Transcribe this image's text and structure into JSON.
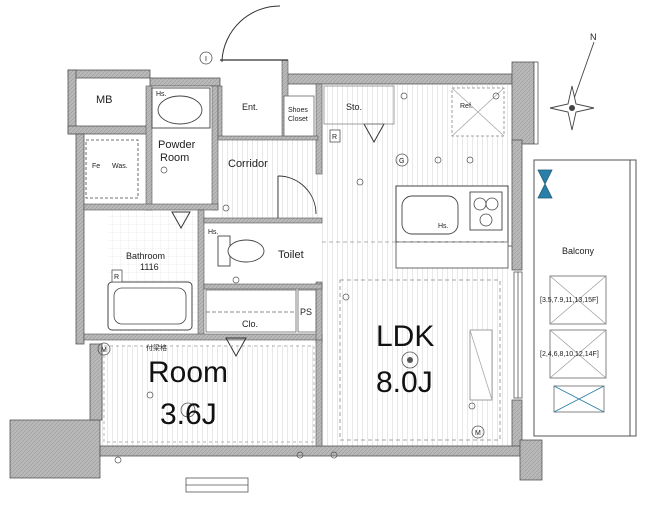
{
  "rooms": {
    "mb": "MB",
    "powder_room": [
      "Powder",
      "Room"
    ],
    "entrance": "Ent.",
    "shoes_closet": [
      "Shoes",
      "Closet"
    ],
    "storage": "Sto.",
    "refrigerator": "Ref.",
    "corridor": "Corridor",
    "bathroom": "Bathroom",
    "bathroom_size": "1116",
    "toilet": "Toilet",
    "closet": "Clo.",
    "pipe_space": "PS",
    "room": "Room",
    "room_size": "3.6J",
    "ldk": "LDK",
    "ldk_size": "8.0J",
    "balcony": "Balcony"
  },
  "fixtures": {
    "hs": "Hs.",
    "washer": "Was.",
    "fe": "Fe",
    "lattice": "付梁格"
  },
  "balcony_notes": [
    "[3.5,7.9,11,13,15F]",
    "[2,4,6,8,10,12,14F]"
  ],
  "compass": "N",
  "symbols": {
    "g": "G",
    "r": "R",
    "m": "M",
    "i": "I"
  }
}
